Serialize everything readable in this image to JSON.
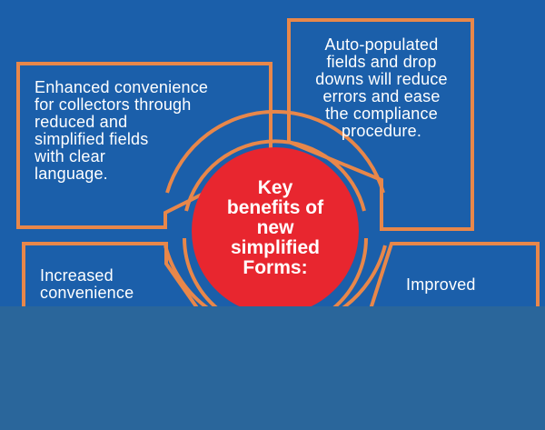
{
  "colors": {
    "background": "#1b5faa",
    "accent_orange": "#e8874a",
    "center_red": "#e8262f",
    "text": "#ffffff",
    "overlay": "#2a669b"
  },
  "center": {
    "title": "Key\nbenefits of\nnew\nsimplified\nForms:"
  },
  "boxes": {
    "top_left": "Enhanced convenience\nfor collectors through\nreduced and\nsimplified fields\nwith clear\nlanguage.",
    "top_right": "Auto-populated\nfields and drop\ndowns will reduce\nerrors and ease\n the compliance\n          procedure.",
    "bottom_left": "Increased\nconvenience",
    "bottom_right": "Improved"
  }
}
